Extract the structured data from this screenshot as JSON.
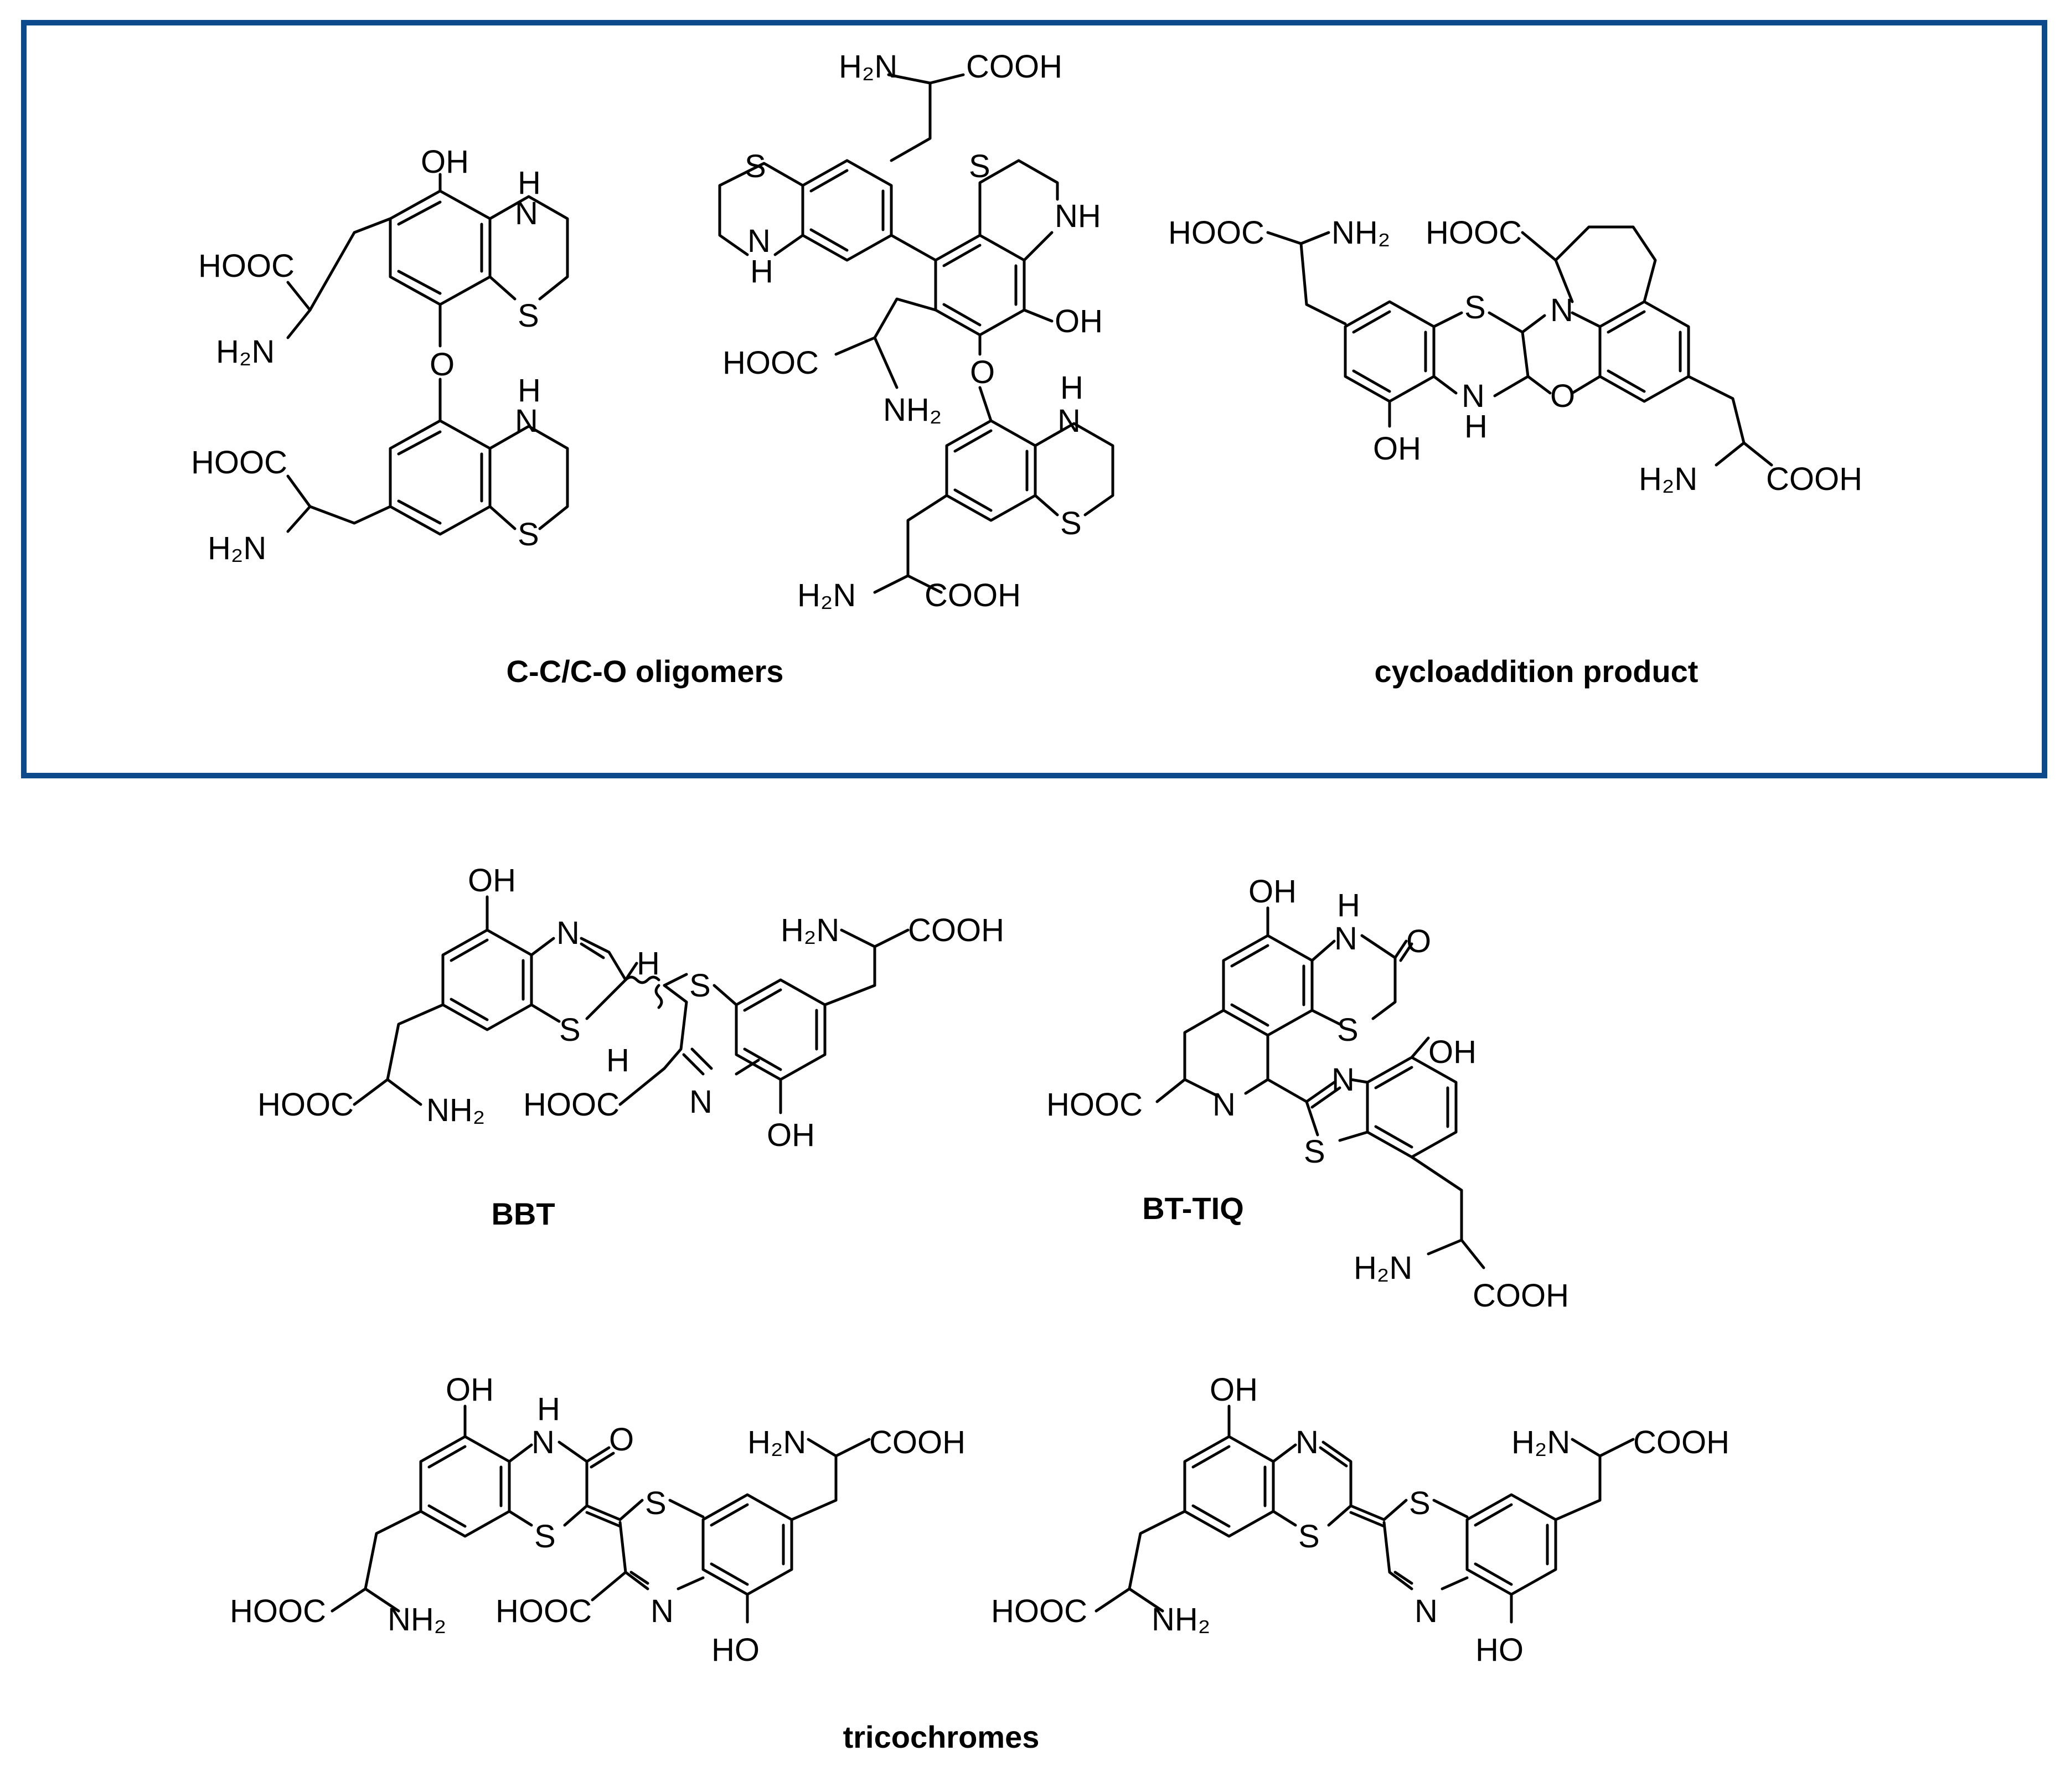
{
  "panels": {
    "top": {
      "border_color": "#0d4a8c",
      "fill_color": "#c0d8f0",
      "labels": {
        "oligomers": "C-C/C-O oligomers",
        "cycloaddition": "cycloaddition product"
      }
    },
    "bottom": {
      "border_color": "#f4b800",
      "fill_color": "#f8f86a",
      "labels": {
        "bbt": "BBT",
        "bt_tiq": "BT-TIQ",
        "tricochromes": "tricochromes"
      }
    }
  },
  "atoms": {
    "oh": "OH",
    "ho": "HO",
    "nh": "NH",
    "h": "H",
    "n": "N",
    "s": "S",
    "o": "O",
    "hooc": "HOOC",
    "cooh": "COOH",
    "h2n": "H₂N",
    "nh2": "NH₂"
  }
}
